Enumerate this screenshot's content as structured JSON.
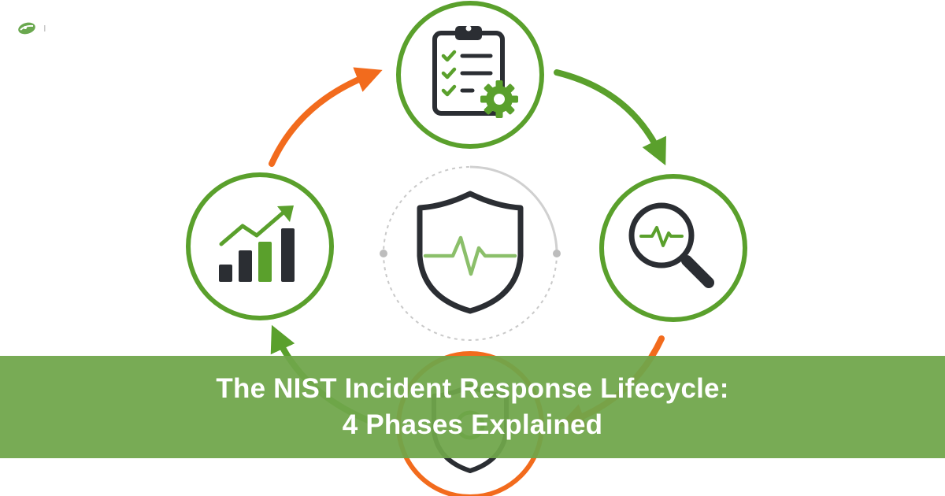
{
  "header": {
    "logo_icon": "leaf-globe-logo"
  },
  "diagram": {
    "center": {
      "icon": "shield-heartbeat-icon"
    },
    "nodes": [
      {
        "icon": "clipboard-checklist-gear-icon",
        "ring_color": "#5aa02c"
      },
      {
        "icon": "magnifier-heartbeat-icon",
        "ring_color": "#5aa02c"
      },
      {
        "icon": "shield-target-icon",
        "ring_color": "#f26b1d"
      },
      {
        "icon": "bar-chart-trend-icon",
        "ring_color": "#5aa02c"
      }
    ],
    "arrow_colors": {
      "green": "#5aa02c",
      "orange": "#f26b1d"
    }
  },
  "banner": {
    "line1": "The NIST Incident Response Lifecycle:",
    "line2": "4 Phases Explained",
    "background": "#70a64a"
  },
  "colors": {
    "dark": "#2b2e33",
    "green": "#5aa02c",
    "orange": "#f26b1d",
    "gray": "#bdbdbd"
  }
}
